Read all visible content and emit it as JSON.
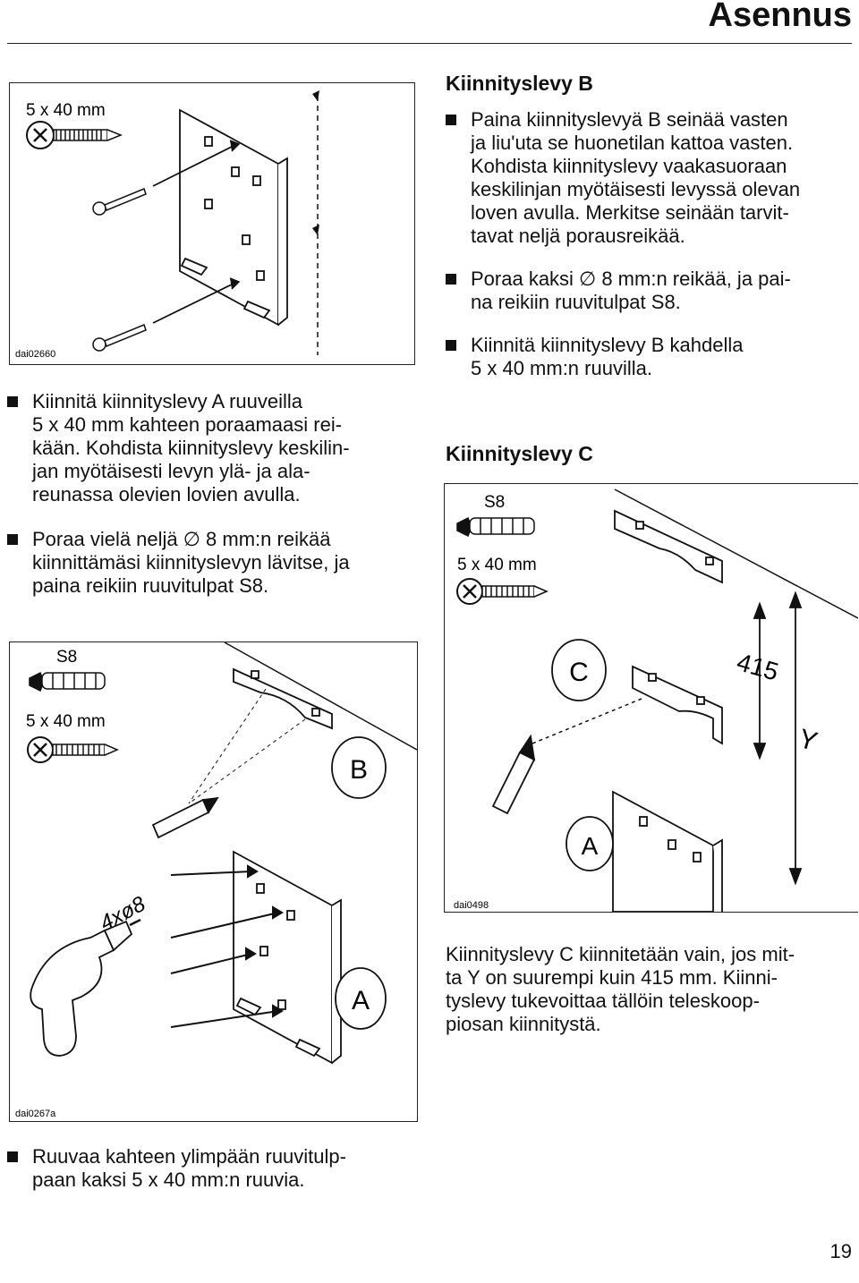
{
  "header": {
    "title": "Asennus"
  },
  "page_number": "19",
  "figure1": {
    "screw_label": "5 x 40 mm",
    "code": "dai02660"
  },
  "left_column": {
    "bullets": [
      {
        "lines": [
          "Kiinnitä kiinnityslevy A ruuveilla",
          "5 x 40 mm kahteen poraamaasi rei-",
          "kään. Kohdista kiinnityslevy keskilin-",
          "jan myötäisesti levyn ylä- ja ala-",
          "reunassa olevien lovien avulla."
        ]
      },
      {
        "lines": [
          "Poraa vielä neljä ∅ 8 mm:n reikää",
          "kiinnittämäsi kiinnityslevyn lävitse, ja",
          "paina reikiin ruuvitulpat S8."
        ]
      }
    ]
  },
  "figure2": {
    "plug_label": "S8",
    "screw_label": "5 x 40 mm",
    "letter_b": "B",
    "letter_a": "A",
    "drill_label": "4xø8",
    "code": "dai0267a"
  },
  "bottom_bullet": {
    "lines": [
      "Ruuvaa kahteen ylimpään ruuvitulp-",
      "paan kaksi 5 x 40 mm:n ruuvia."
    ]
  },
  "right_column": {
    "heading_b": "Kiinnityslevy B",
    "bullets_b": [
      {
        "lines": [
          "Paina kiinnityslevyä B seinää vasten",
          "ja liu'uta se huonetilan kattoa vasten.",
          "Kohdista kiinnityslevy vaakasuoraan",
          "keskilinjan myötäisesti levyssä olevan",
          "loven avulla. Merkitse seinään tarvit-",
          "tavat neljä porausreikää."
        ]
      },
      {
        "lines": [
          "Poraa kaksi ∅ 8 mm:n reikää, ja pai-",
          "na reikiin ruuvitulpat S8."
        ]
      },
      {
        "lines": [
          "Kiinnitä kiinnityslevy B kahdella",
          "5 x 40 mm:n ruuvilla."
        ]
      }
    ],
    "heading_c": "Kiinnityslevy C",
    "note_c": {
      "lines": [
        "Kiinnityslevy C kiinnitetään vain, jos mit-",
        "ta Y on suurempi kuin 415 mm. Kiinni-",
        "tyslevy tukevoittaa tällöin teleskoop-",
        "piosan kiinnitystä."
      ]
    }
  },
  "figure3": {
    "plug_label": "S8",
    "screw_label": "5 x 40 mm",
    "letter_c": "C",
    "letter_a": "A",
    "dim_415": "415",
    "dim_y": "Y",
    "code": "dai0498"
  }
}
